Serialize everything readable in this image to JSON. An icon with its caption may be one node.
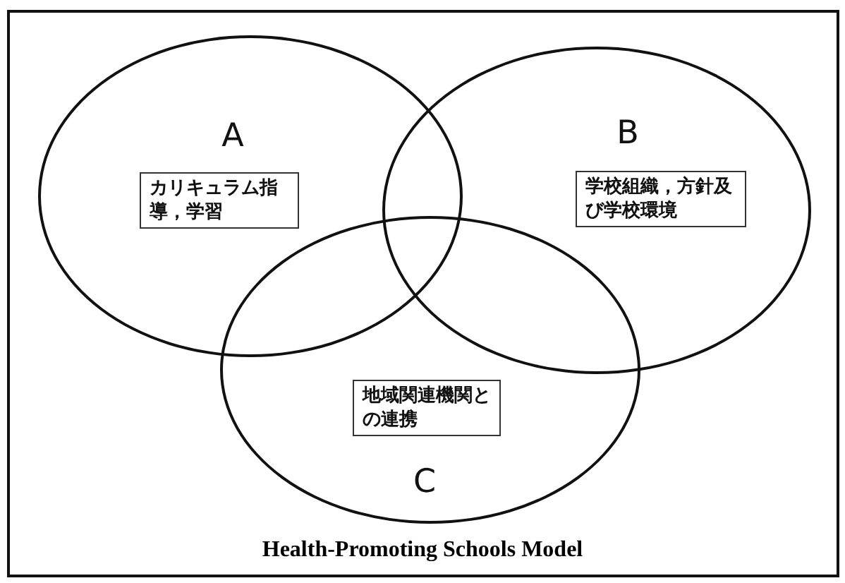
{
  "diagram": {
    "caption": "Health-Promoting Schools Model",
    "nodes": [
      {
        "text": [
          "A"
        ]
      },
      {
        "text": [
          "カリキュラム指導，学習"
        ],
        "in": 0
      },
      {
        "text": [
          "B"
        ]
      },
      {
        "text": [
          "学校組織，方針及び学校環境"
        ],
        "in": 2
      },
      {
        "text": [
          "C"
        ]
      },
      {
        "text": [
          "地域関連機関との連携"
        ],
        "in": 4
      }
    ]
  }
}
